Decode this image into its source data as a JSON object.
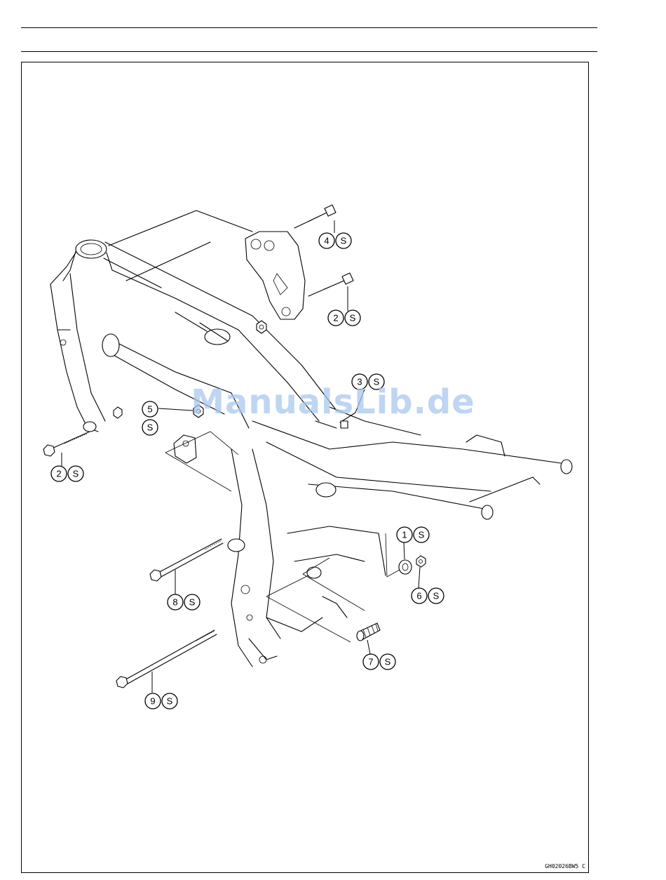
{
  "figure_code": "GH02026BW5 C",
  "watermark": "ManualsLib.de",
  "callouts": [
    {
      "num": "4",
      "sym": "S"
    },
    {
      "num": "2",
      "sym": "S"
    },
    {
      "num": "3",
      "sym": "S"
    },
    {
      "num": "5",
      "sym": "S"
    },
    {
      "num": "2",
      "sym": "S"
    },
    {
      "num": "1",
      "sym": "S"
    },
    {
      "num": "6",
      "sym": "S"
    },
    {
      "num": "8",
      "sym": "S"
    },
    {
      "num": "7",
      "sym": "S"
    },
    {
      "num": "9",
      "sym": "S"
    }
  ]
}
